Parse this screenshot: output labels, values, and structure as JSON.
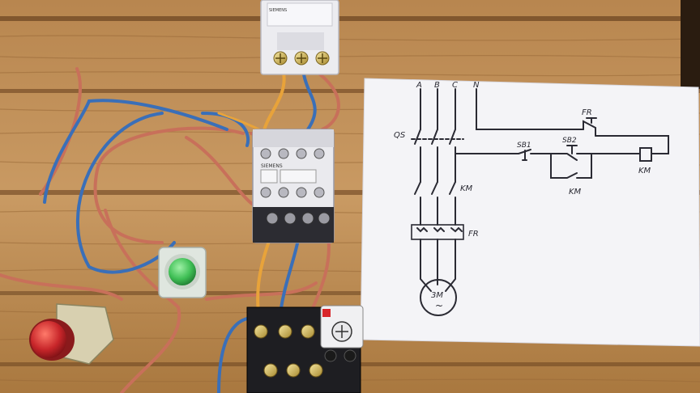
{
  "breaker": {
    "brand": "SIEMENS",
    "poles": 3
  },
  "contactor": {
    "brand": "SIEMENS"
  },
  "schematic": {
    "phase_labels": [
      "A",
      "B",
      "C",
      "N"
    ],
    "breaker_label": "QS",
    "contactor_label": "KM",
    "overload_label": "FR",
    "overload_contact_label": "FR",
    "stop_button_label": "SB1",
    "start_button_label": "SB2",
    "coil_label": "KM",
    "holding_contact_label": "KM",
    "motor_label": "3M",
    "motor_symbol": "~"
  },
  "colors": {
    "wood_light": "#c99a63",
    "wood_dark": "#8b5a2b",
    "wire_blue": "#3a6fb8",
    "wire_red": "#c8705a",
    "wire_orange": "#e8a33a",
    "paper": "#f4f4f7",
    "ink": "#2a2a33",
    "button_green": "#3fbf55",
    "button_red": "#c8262a"
  }
}
